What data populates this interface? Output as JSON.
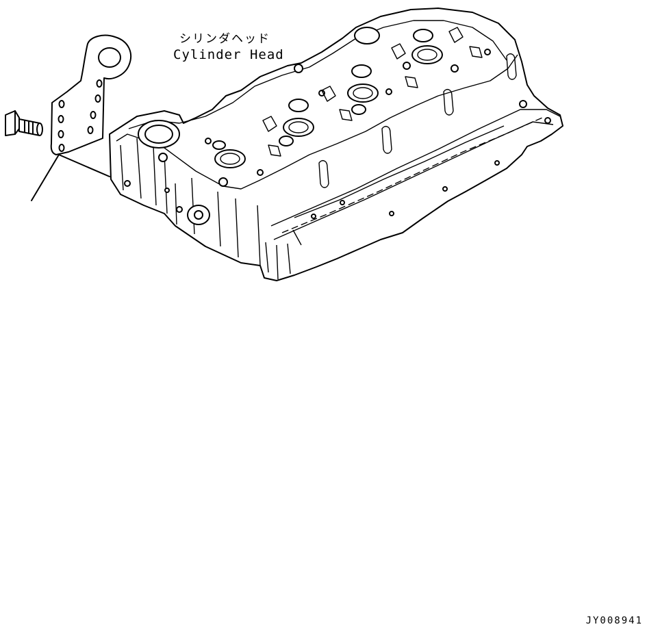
{
  "labels": {
    "part_name_ja": "シリンダヘッド",
    "part_name_en": "Cylinder Head"
  },
  "drawing_id": "JY008941",
  "parts": {
    "bolt": "bolt-icon",
    "bracket": "lifting-bracket-icon",
    "cylinder_head": "cylinder-head-icon"
  }
}
